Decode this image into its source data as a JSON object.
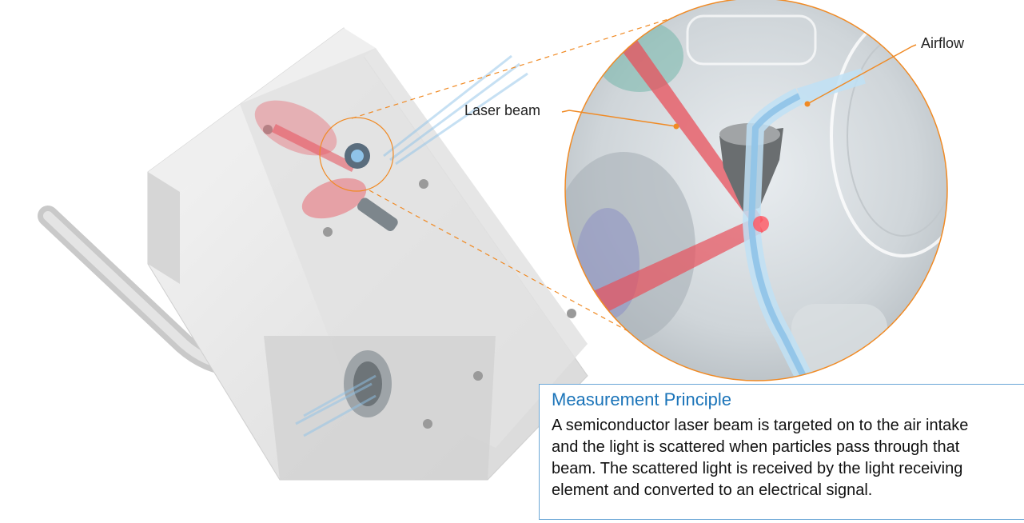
{
  "callouts": {
    "laser_beam": "Laser beam",
    "airflow": "Airflow"
  },
  "principle": {
    "title": "Measurement Principle",
    "lines": [
      "A semiconductor laser beam is targeted on to the air intake",
      "and the light is scattered when particles pass through that",
      "beam. The scattered light is received by the light receiving",
      "element and converted to an electrical signal."
    ]
  },
  "colors": {
    "accent_orange": "#f08a24",
    "title_blue": "#1b74b9",
    "laser_red": "#e8505b",
    "airflow_blue": "#8fc3e8"
  }
}
